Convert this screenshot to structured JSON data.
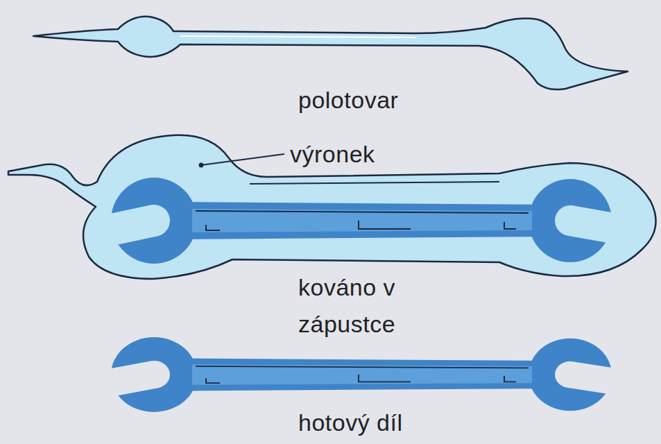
{
  "diagram": {
    "labels": [
      "polotovar",
      "výronek",
      "kováno v zápustce",
      "hotový díl"
    ]
  }
}
